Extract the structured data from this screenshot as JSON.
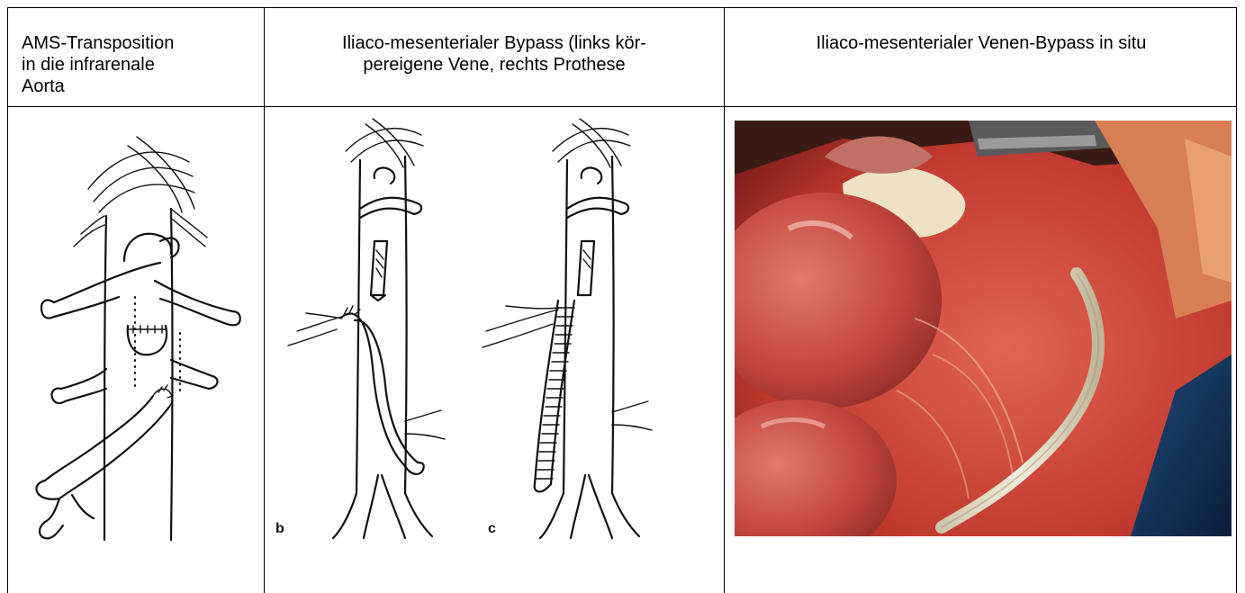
{
  "table": {
    "headers": [
      "AMS-Transposition\nin die infrarenale\nAorta",
      "Iliaco-mesenterialer Bypass (links kör-\npereigene Vene, rechts Prothese",
      "Iliaco-mesenterialer Venen-Bypass in situ"
    ]
  },
  "figures": {
    "panel_b_label": "b",
    "panel_c_label": "c"
  },
  "colors": {
    "border": "#000000",
    "tissue": "#c8453a",
    "graft": "#e8e2cf"
  }
}
